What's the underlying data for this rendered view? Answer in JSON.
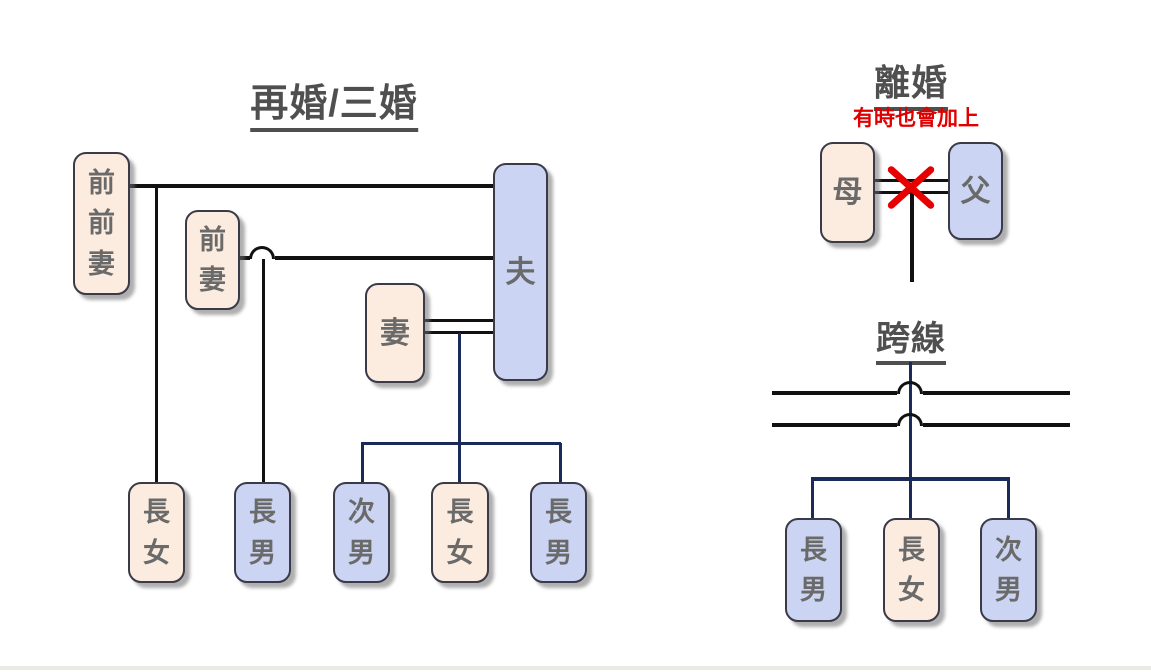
{
  "colors": {
    "female_box_fill": "#fcecdf",
    "male_box_fill": "#cbd5f3",
    "box_border": "#3a3a48",
    "box_text": "#6a6a6a",
    "title_text": "#4f4f4f",
    "black_line": "#111111",
    "navy_line": "#1c2a5a",
    "divorce_x": "#e60000",
    "red_note": "#e10000"
  },
  "sections": {
    "remarriage": {
      "title": "再婚/三婚",
      "nodes": {
        "ex_ex_wife": "前前妻",
        "ex_wife": "前妻",
        "wife": "妻",
        "husband": "夫",
        "eldest_daughter_1": "長女",
        "eldest_son_1": "長男",
        "second_son": "次男",
        "eldest_daughter_2": "長女",
        "eldest_son_2": "長男"
      }
    },
    "divorce": {
      "title": "離婚",
      "note": "有時也會加上",
      "nodes": {
        "mother": "母",
        "father": "父"
      }
    },
    "crossing": {
      "title": "跨線",
      "nodes": {
        "eldest_son": "長男",
        "eldest_daughter": "長女",
        "second_son": "次男"
      }
    }
  }
}
